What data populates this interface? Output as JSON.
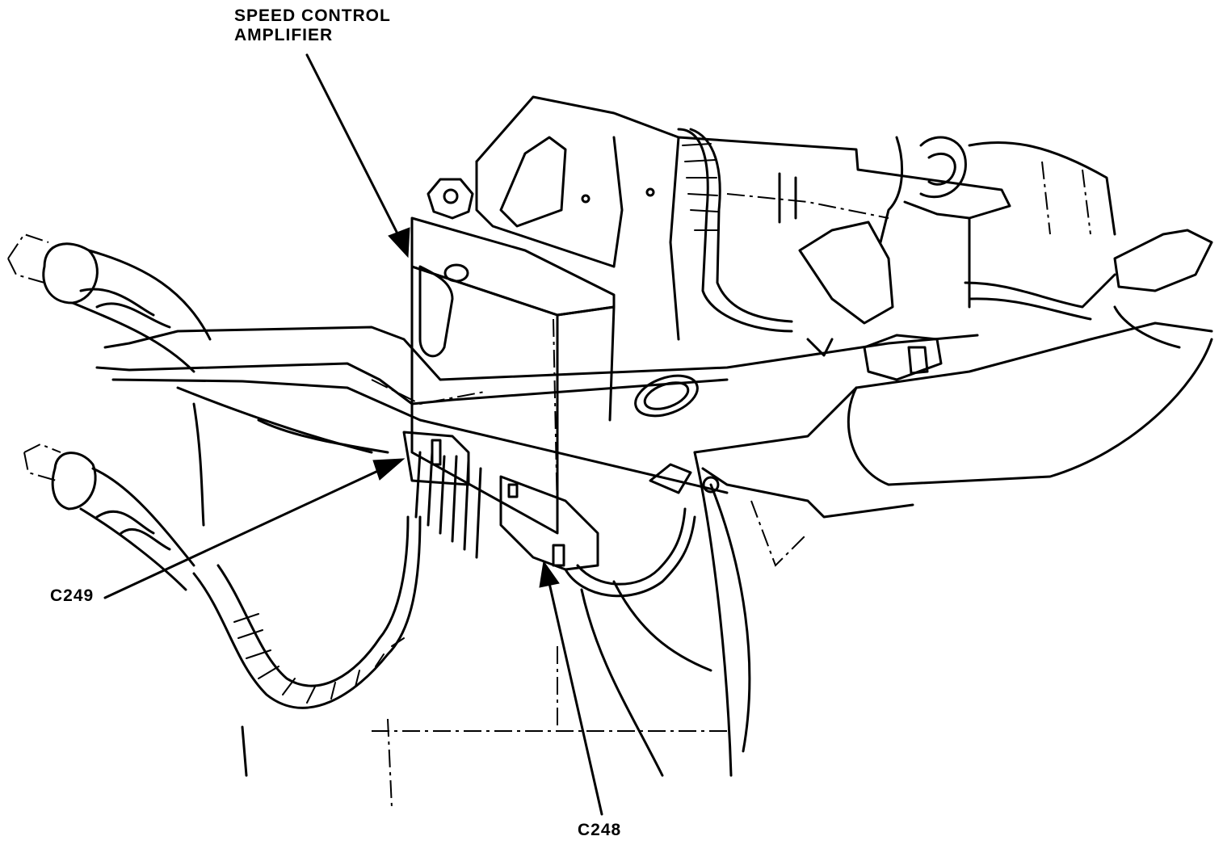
{
  "labels": {
    "amplifier_line1": "SPEED CONTROL",
    "amplifier_line2": "AMPLIFIER",
    "c249": "C249",
    "c248": "C248"
  },
  "colors": {
    "ink": "#000000",
    "paper": "#ffffff"
  }
}
